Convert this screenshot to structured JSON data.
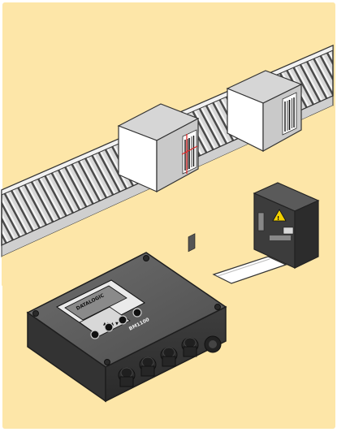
{
  "illustration": {
    "background_color": "#fde6a8",
    "frame_color": "#ffffff",
    "controller": {
      "brand_text": "DATALOGIC",
      "model_text": "BM1100",
      "buttons": [
        "button-1",
        "button-2",
        "button-3",
        "button-4"
      ]
    }
  }
}
